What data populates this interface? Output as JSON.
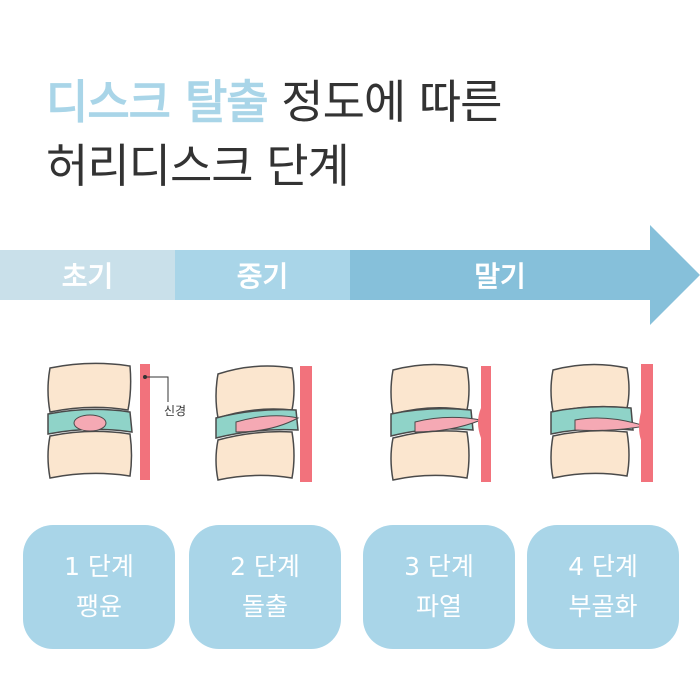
{
  "title": {
    "highlight": "디스크 탈출",
    "rest": " 정도에 따른",
    "line2": "허리디스크 단계"
  },
  "stages": [
    {
      "label": "초기",
      "color": "#c9e0ea"
    },
    {
      "label": "중기",
      "color": "#a9d5e8"
    },
    {
      "label": "말기",
      "color": "#86c0da"
    }
  ],
  "nerve_label": "신경",
  "cards": [
    {
      "step": "1 단계",
      "name": "팽윤"
    },
    {
      "step": "2 단계",
      "name": "돌출"
    },
    {
      "step": "3 단계",
      "name": "파열"
    },
    {
      "step": "4 단계",
      "name": "부골화"
    }
  ],
  "colors": {
    "title_highlight": "#a9d5e8",
    "title_text": "#333333",
    "card_bg": "#a9d5e8",
    "vertebra": "#fbe6cf",
    "vertebra_outline": "#4a4a4a",
    "disc_outer": "#8fd3c8",
    "disc_inner": "#f5a9b4",
    "nerve": "#f2727c"
  }
}
